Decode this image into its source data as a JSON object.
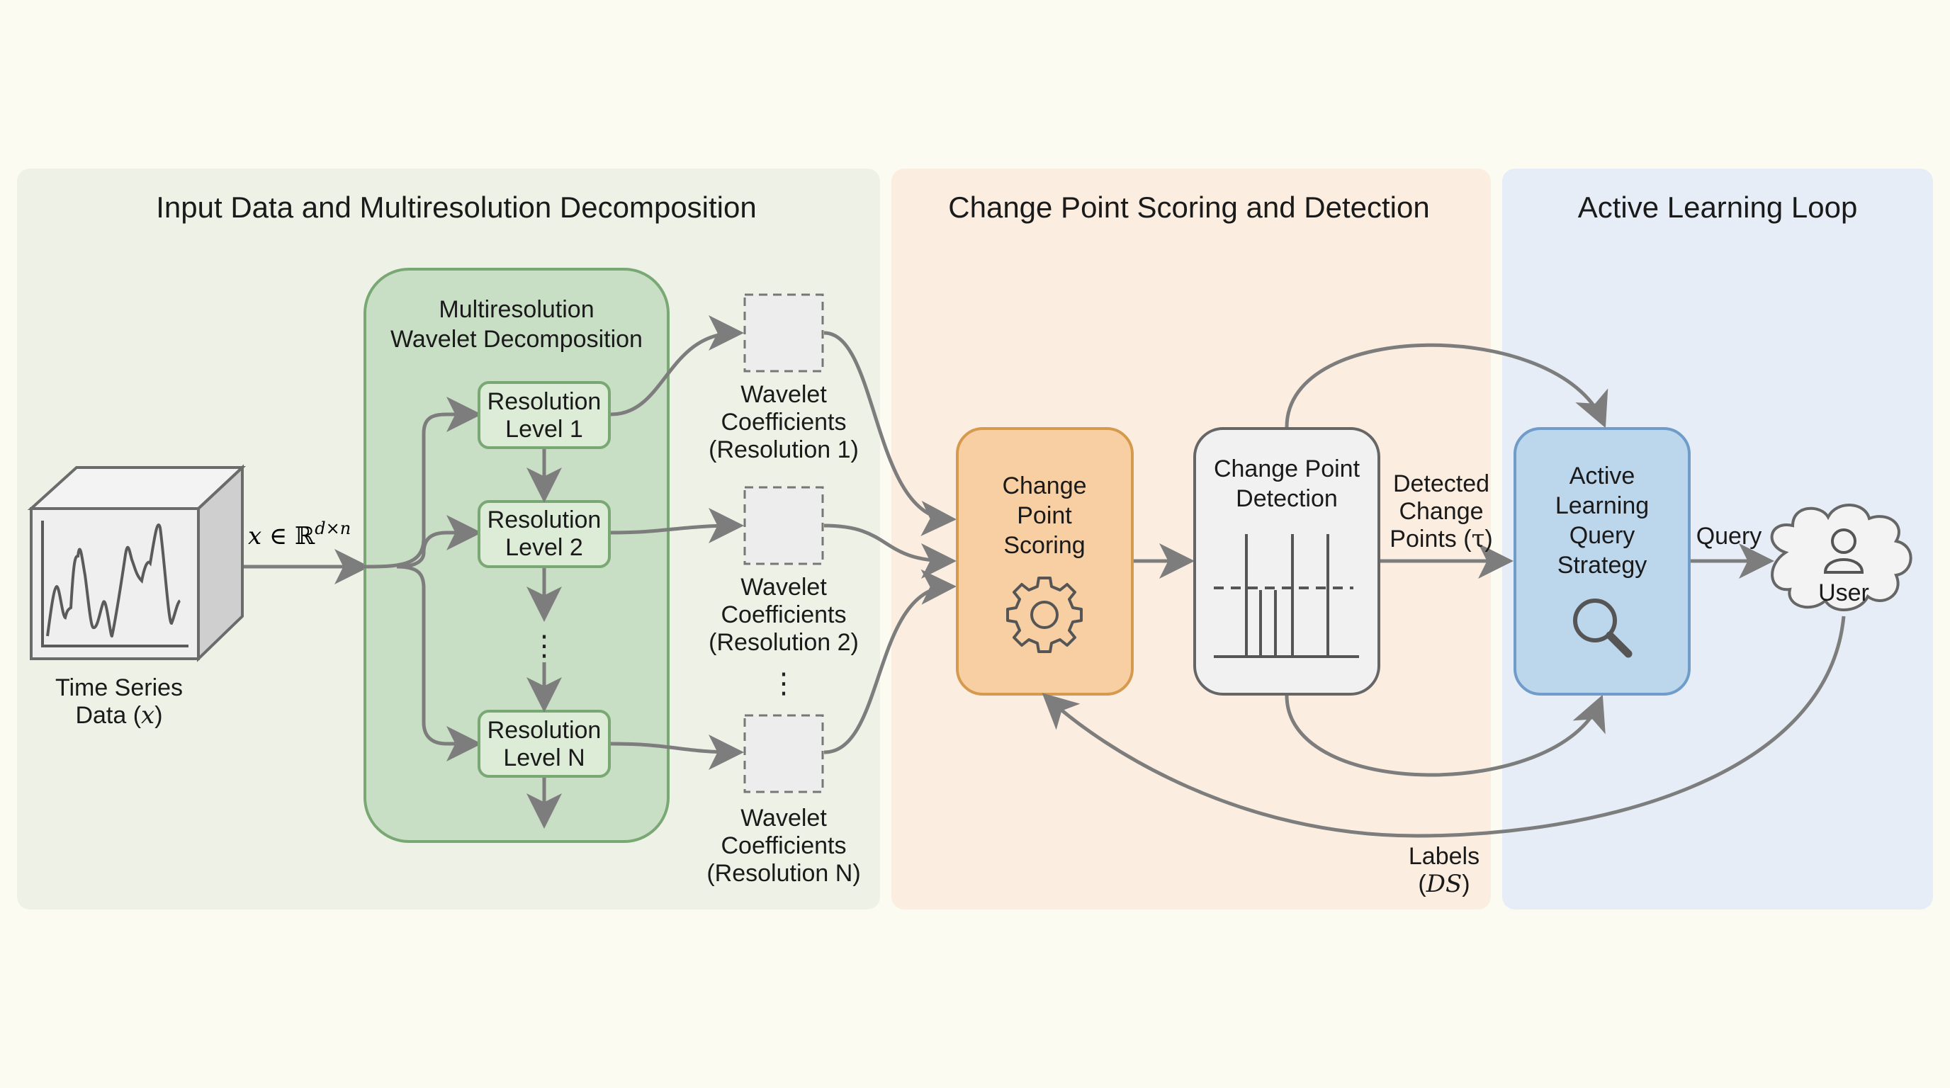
{
  "panels": [
    {
      "id": "input",
      "title": "Input Data and Multiresolution Decomposition",
      "color": "#eef1e6"
    },
    {
      "id": "scoring",
      "title": "Change Point Scoring and Detection",
      "color": "#fbeee0"
    },
    {
      "id": "active",
      "title": "Active Learning Loop",
      "color": "#e6edf6"
    }
  ],
  "input": {
    "time_series_label_line1": "Time Series",
    "time_series_label_line2_prefix": "Data (",
    "time_series_label_var": "x",
    "time_series_label_suffix": ")",
    "input_edge_var": "x",
    "input_edge_in": " ∈ ",
    "input_edge_set": "ℝ",
    "input_edge_sup": "d×n"
  },
  "decomposition": {
    "title_line1": "Multiresolution",
    "title_line2": "Wavelet Decomposition",
    "color": "#c9dfc5",
    "border": "#7aa874",
    "levels": [
      {
        "line1": "Resolution",
        "line2": "Level 1"
      },
      {
        "line1": "Resolution",
        "line2": "Level 2"
      },
      {
        "line1": "Resolution",
        "line2": "Level N"
      }
    ],
    "ellipsis": "⋮"
  },
  "coefficients": [
    {
      "line1": "Wavelet",
      "line2": "Coefficients",
      "line3": "(Resolution 1)"
    },
    {
      "line1": "Wavelet",
      "line2": "Coefficients",
      "line3": "(Resolution 2)"
    },
    {
      "line1": "Wavelet",
      "line2": "Coefficients",
      "line3": "(Resolution N)"
    }
  ],
  "scoring": {
    "line1": "Change",
    "line2": "Point",
    "line3": "Scoring",
    "icon": "gear-icon",
    "color": "#f8cfa3",
    "border": "#d69a4f"
  },
  "detection": {
    "line1": "Change Point",
    "line2": "Detection",
    "icon": "threshold-spike-chart-icon",
    "color": "#f1f1f1",
    "border": "#666666"
  },
  "edges": {
    "detected_line1": "Detected",
    "detected_line2": "Change",
    "detected_line3_prefix": "Points (",
    "detected_var": "τ",
    "detected_suffix": ")",
    "query": "Query",
    "labels_line1": "Labels",
    "labels_prefix": "(",
    "labels_var": "DS",
    "labels_suffix": ")"
  },
  "query_strategy": {
    "line1": "Active",
    "line2": "Learning",
    "line3": "Query",
    "line4": "Strategy",
    "icon": "magnifier-icon",
    "color": "#bcd6ec",
    "border": "#6f9cc8"
  },
  "user": {
    "label": "User",
    "icon": "user-icon"
  }
}
